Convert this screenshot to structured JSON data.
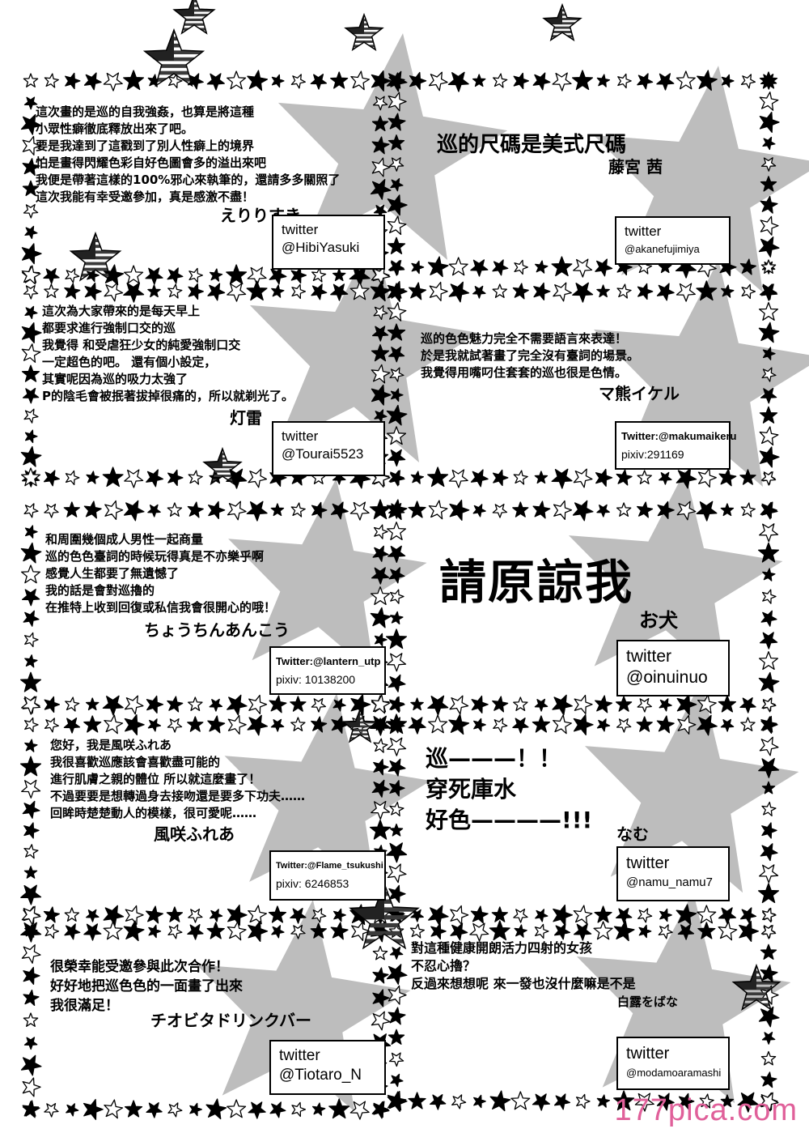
{
  "colors": {
    "ink": "#000000",
    "shadow_star": "#bdbdbd",
    "watermark": "#e0609a",
    "flag_red": "#555555"
  },
  "panels": [
    {
      "id": "p1",
      "lines": [
        "這次畫的是巡的自我強姦，也算是將這種",
        "小眾性癖徹底釋放出來了吧。",
        "要是我達到了這戳到了別人性癖上的境界",
        "怕是畫得閃耀色彩自好色圖會多的溢出來吧",
        "我便是帶著這樣的100%邪心來執筆的，還請多多關照了",
        "這次我能有幸受邀參加，真是感激不盡！"
      ],
      "signature": "えりりすき",
      "handle_l1": "twitter",
      "handle_l2": "@HibiYasuki"
    },
    {
      "id": "p2",
      "title": "巡的尺碼是美式尺碼",
      "signature": "藤宮 茜",
      "handle_l1": "twitter",
      "handle_l2": "@akanefujimiya"
    },
    {
      "id": "p3",
      "lines": [
        "這次為大家帶來的是每天早上",
        "都要求進行強制口交的巡",
        "我覺得 和受虐狂少女的純愛強制口交",
        "一定超色的吧。 還有個小設定，",
        "其實呢因為巡的吸力太強了",
        "P的陰毛會被抿著拔掉很痛的，所以就剃光了。"
      ],
      "signature": "灯雷",
      "handle_l1": "twitter",
      "handle_l2": "@Tourai5523"
    },
    {
      "id": "p4",
      "lines": [
        "巡的色色魅力完全不需要語言來表達！",
        "於是我就試著畫了完全沒有臺詞的場景。",
        "我覺得用嘴叼住套套的巡也很是色情。"
      ],
      "signature": "マ熊イケル",
      "handle_l1": "Twitter:@makumaikeru",
      "handle_l2": "pixiv:291169"
    },
    {
      "id": "p5",
      "lines": [
        "和周圍幾個成人男性一起商量",
        "巡的色色臺詞的時候玩得真是不亦樂乎啊",
        "感覺人生都要了無遺憾了",
        "我的話是會對巡擼的",
        "在推特上收到回復或私信我會很開心的哦！"
      ],
      "signature": "ちょうちんあんこう",
      "handle_l1": "Twitter:@lantern_utp",
      "handle_l2": "pixiv: 10138200"
    },
    {
      "id": "p6",
      "title": "請原諒我",
      "signature": "お犬",
      "handle_l1": "twitter",
      "handle_l2": "@oinuinuo"
    },
    {
      "id": "p7",
      "lines": [
        "您好，我是風咲ふれあ",
        "我很喜歡巡應該會喜歡盡可能的",
        "進行肌膚之親的體位 所以就這麼畫了！",
        "不過要要是想轉過身去接吻還是要多下功夫……",
        "回眸時楚楚動人的模樣，很可愛呢……"
      ],
      "signature": "風咲ふれあ",
      "handle_l1": "Twitter:@Flame_tsukushi",
      "handle_l2": "pixiv: 6246853"
    },
    {
      "id": "p8",
      "lines": [
        "巡———！！",
        "穿死庫水",
        "好色————!!!"
      ],
      "signature": "なむ",
      "handle_l1": "twitter",
      "handle_l2": "@namu_namu7"
    },
    {
      "id": "p9",
      "lines": [
        "很榮幸能受邀參與此次合作！",
        "好好地把巡色色的一面畫了出來",
        "我很滿足！"
      ],
      "signature": "チオビタドリンクバー",
      "handle_l1": "twitter",
      "handle_l2": "@Tiotaro_N"
    },
    {
      "id": "p10",
      "lines": [
        "對這種健康開朗活力四射的女孩",
        "不忍心擼？",
        "反過來想想呢 來一發也沒什麼嘛是不是"
      ],
      "signature": "白露をばな",
      "handle_l1": "twitter",
      "handle_l2": "@modamoaramashi"
    }
  ],
  "watermark": "177pica.com"
}
